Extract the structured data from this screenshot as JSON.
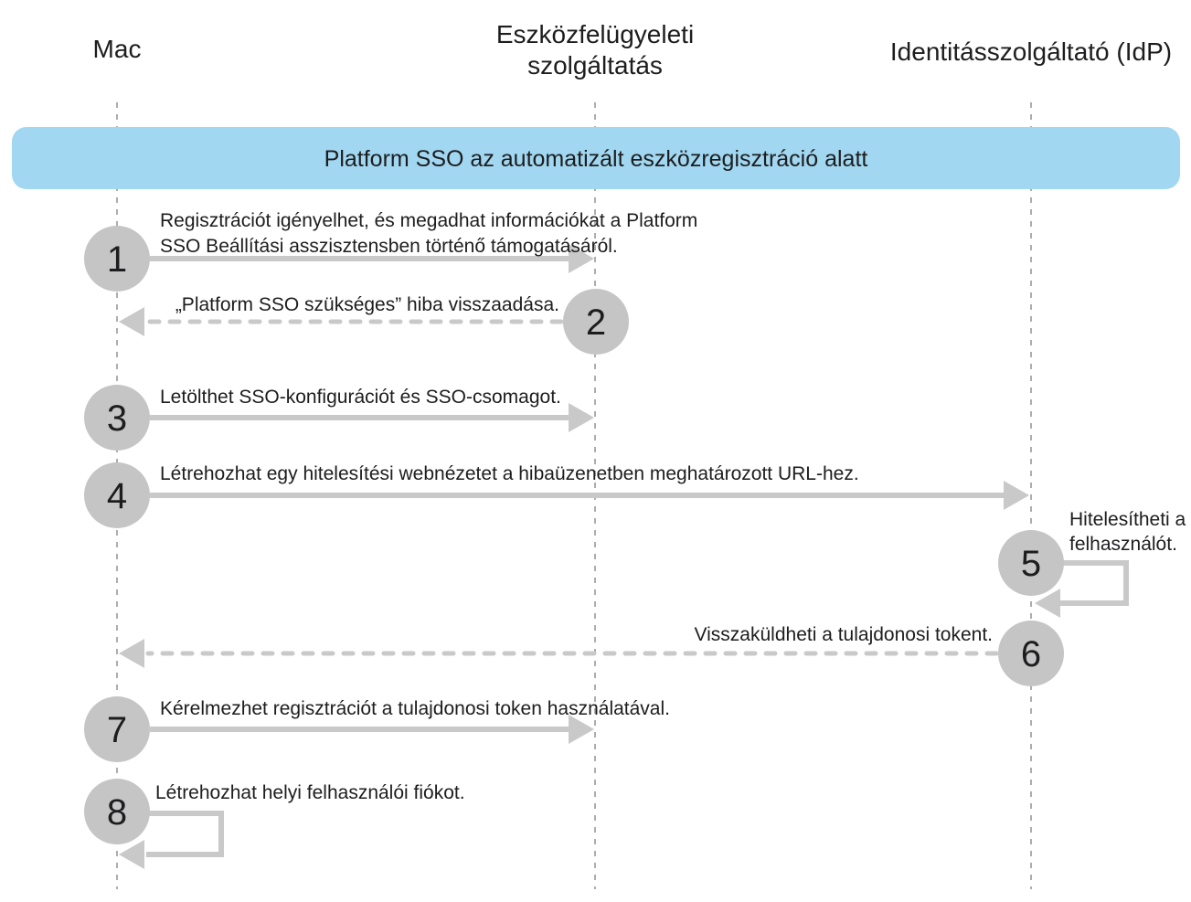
{
  "colors": {
    "banner_bg": "#A1D7F0",
    "arrow": "#C9C9C9",
    "badge": "#C5C5C5",
    "lifeline": "#ADADAD",
    "text": "#1D1D1F"
  },
  "actors": [
    {
      "id": "mac",
      "lines": [
        "Mac"
      ]
    },
    {
      "id": "mdm",
      "lines": [
        "Eszközfelügyeleti",
        "szolgáltatás"
      ]
    },
    {
      "id": "idp",
      "lines": [
        "Identitásszolgáltató (IdP)"
      ]
    }
  ],
  "banner": {
    "label": "Platform SSO az automatizált eszközregisztráció alatt"
  },
  "steps": [
    {
      "num": "1",
      "from": "mac",
      "to": "mdm",
      "arrow": "solid",
      "lines": [
        "Regisztrációt igényelhet, és megadhat információkat a Platform",
        "SSO Beállítási asszisztensben történő támogatásáról."
      ]
    },
    {
      "num": "2",
      "from": "mdm",
      "to": "mac",
      "arrow": "dashed",
      "lines": [
        "„Platform SSO szükséges” hiba visszaadása."
      ]
    },
    {
      "num": "3",
      "from": "mac",
      "to": "mdm",
      "arrow": "solid",
      "lines": [
        "Letölthet SSO-konfigurációt és SSO-csomagot."
      ]
    },
    {
      "num": "4",
      "from": "mac",
      "to": "idp",
      "arrow": "solid",
      "lines": [
        "Létrehozhat egy hitelesítési webnézetet a hibaüzenetben meghatározott URL-hez."
      ]
    },
    {
      "num": "5",
      "from": "idp",
      "to": "idp",
      "arrow": "self-loop",
      "lines": [
        "Hitelesítheti a",
        "felhasználót."
      ]
    },
    {
      "num": "6",
      "from": "idp",
      "to": "mac",
      "arrow": "dashed",
      "lines": [
        "Visszaküldheti a tulajdonosi tokent."
      ]
    },
    {
      "num": "7",
      "from": "mac",
      "to": "mdm",
      "arrow": "solid",
      "lines": [
        "Kérelmezhet regisztrációt a tulajdonosi token használatával."
      ]
    },
    {
      "num": "8",
      "from": "mac",
      "to": "mac",
      "arrow": "self-loop",
      "lines": [
        "Létrehozhat helyi felhasználói fiókot."
      ]
    }
  ]
}
